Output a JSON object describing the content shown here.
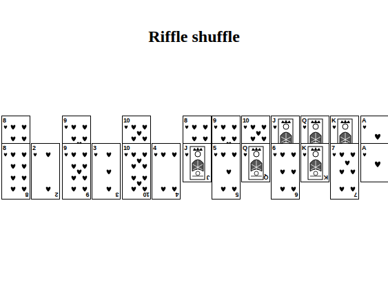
{
  "diagram": {
    "title": "Riffle shuffle",
    "nodes": [
      {
        "text": [
          "8"
        ]
      },
      {
        "text": [
          "9"
        ]
      },
      {
        "text": [
          "10"
        ]
      },
      {
        "text": [
          "8"
        ]
      },
      {
        "text": [
          "9"
        ]
      },
      {
        "text": [
          "10"
        ]
      },
      {
        "text": [
          "J"
        ]
      },
      {
        "text": [
          "Q"
        ]
      },
      {
        "text": [
          "K"
        ]
      },
      {
        "text": [
          "A"
        ]
      },
      {
        "text": [
          "8",
          "8"
        ]
      },
      {
        "text": [
          "2",
          "2"
        ]
      },
      {
        "text": [
          "9",
          "9"
        ]
      },
      {
        "text": [
          "3",
          "3"
        ]
      },
      {
        "text": [
          "10",
          "10"
        ]
      },
      {
        "text": [
          "4",
          "4"
        ]
      },
      {
        "text": [
          "J",
          "J"
        ]
      },
      {
        "text": [
          "5",
          "5"
        ]
      },
      {
        "text": [
          "Q",
          "Q"
        ]
      },
      {
        "text": [
          "6",
          "6"
        ]
      },
      {
        "text": [
          "K",
          "K"
        ]
      },
      {
        "text": [
          "7",
          "7"
        ]
      },
      {
        "text": [
          "A"
        ]
      }
    ]
  }
}
